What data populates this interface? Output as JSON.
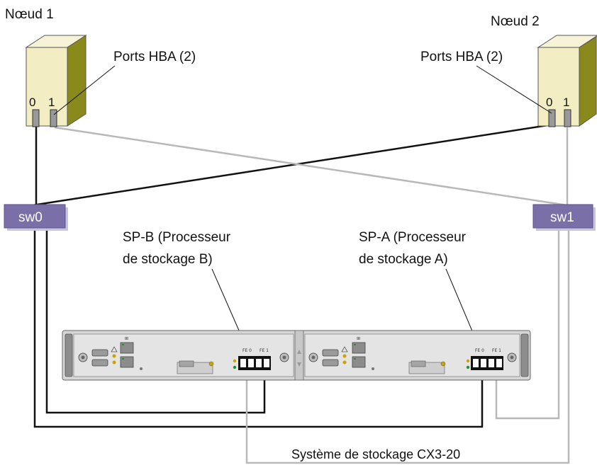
{
  "node1": {
    "label": "Nœud 1",
    "ports_label": "Ports HBA (2)",
    "port0": "0",
    "port1": "1"
  },
  "node2": {
    "label": "Nœud 2",
    "ports_label": "Ports HBA (2)",
    "port0": "0",
    "port1": "1"
  },
  "switches": {
    "sw0": "sw0",
    "sw1": "sw1"
  },
  "sp_b": {
    "line1": "SP-B (Processeur",
    "line2": "de stockage B)",
    "fe0": "FE 0",
    "fe1": "FE 1"
  },
  "sp_a": {
    "line1": "SP-A (Processeur",
    "line2": "de stockage A)",
    "fe0": "FE 0",
    "fe1": "FE 1"
  },
  "storage_system": {
    "label": "Système de stockage CX3-20"
  },
  "colors": {
    "server_front": "#f2edc3",
    "server_side": "#8a8a1c",
    "switch_fill": "#7b6fa8",
    "cable_dark": "#111111",
    "cable_light": "#b8b8b8",
    "chassis": "#d9d9d9"
  }
}
